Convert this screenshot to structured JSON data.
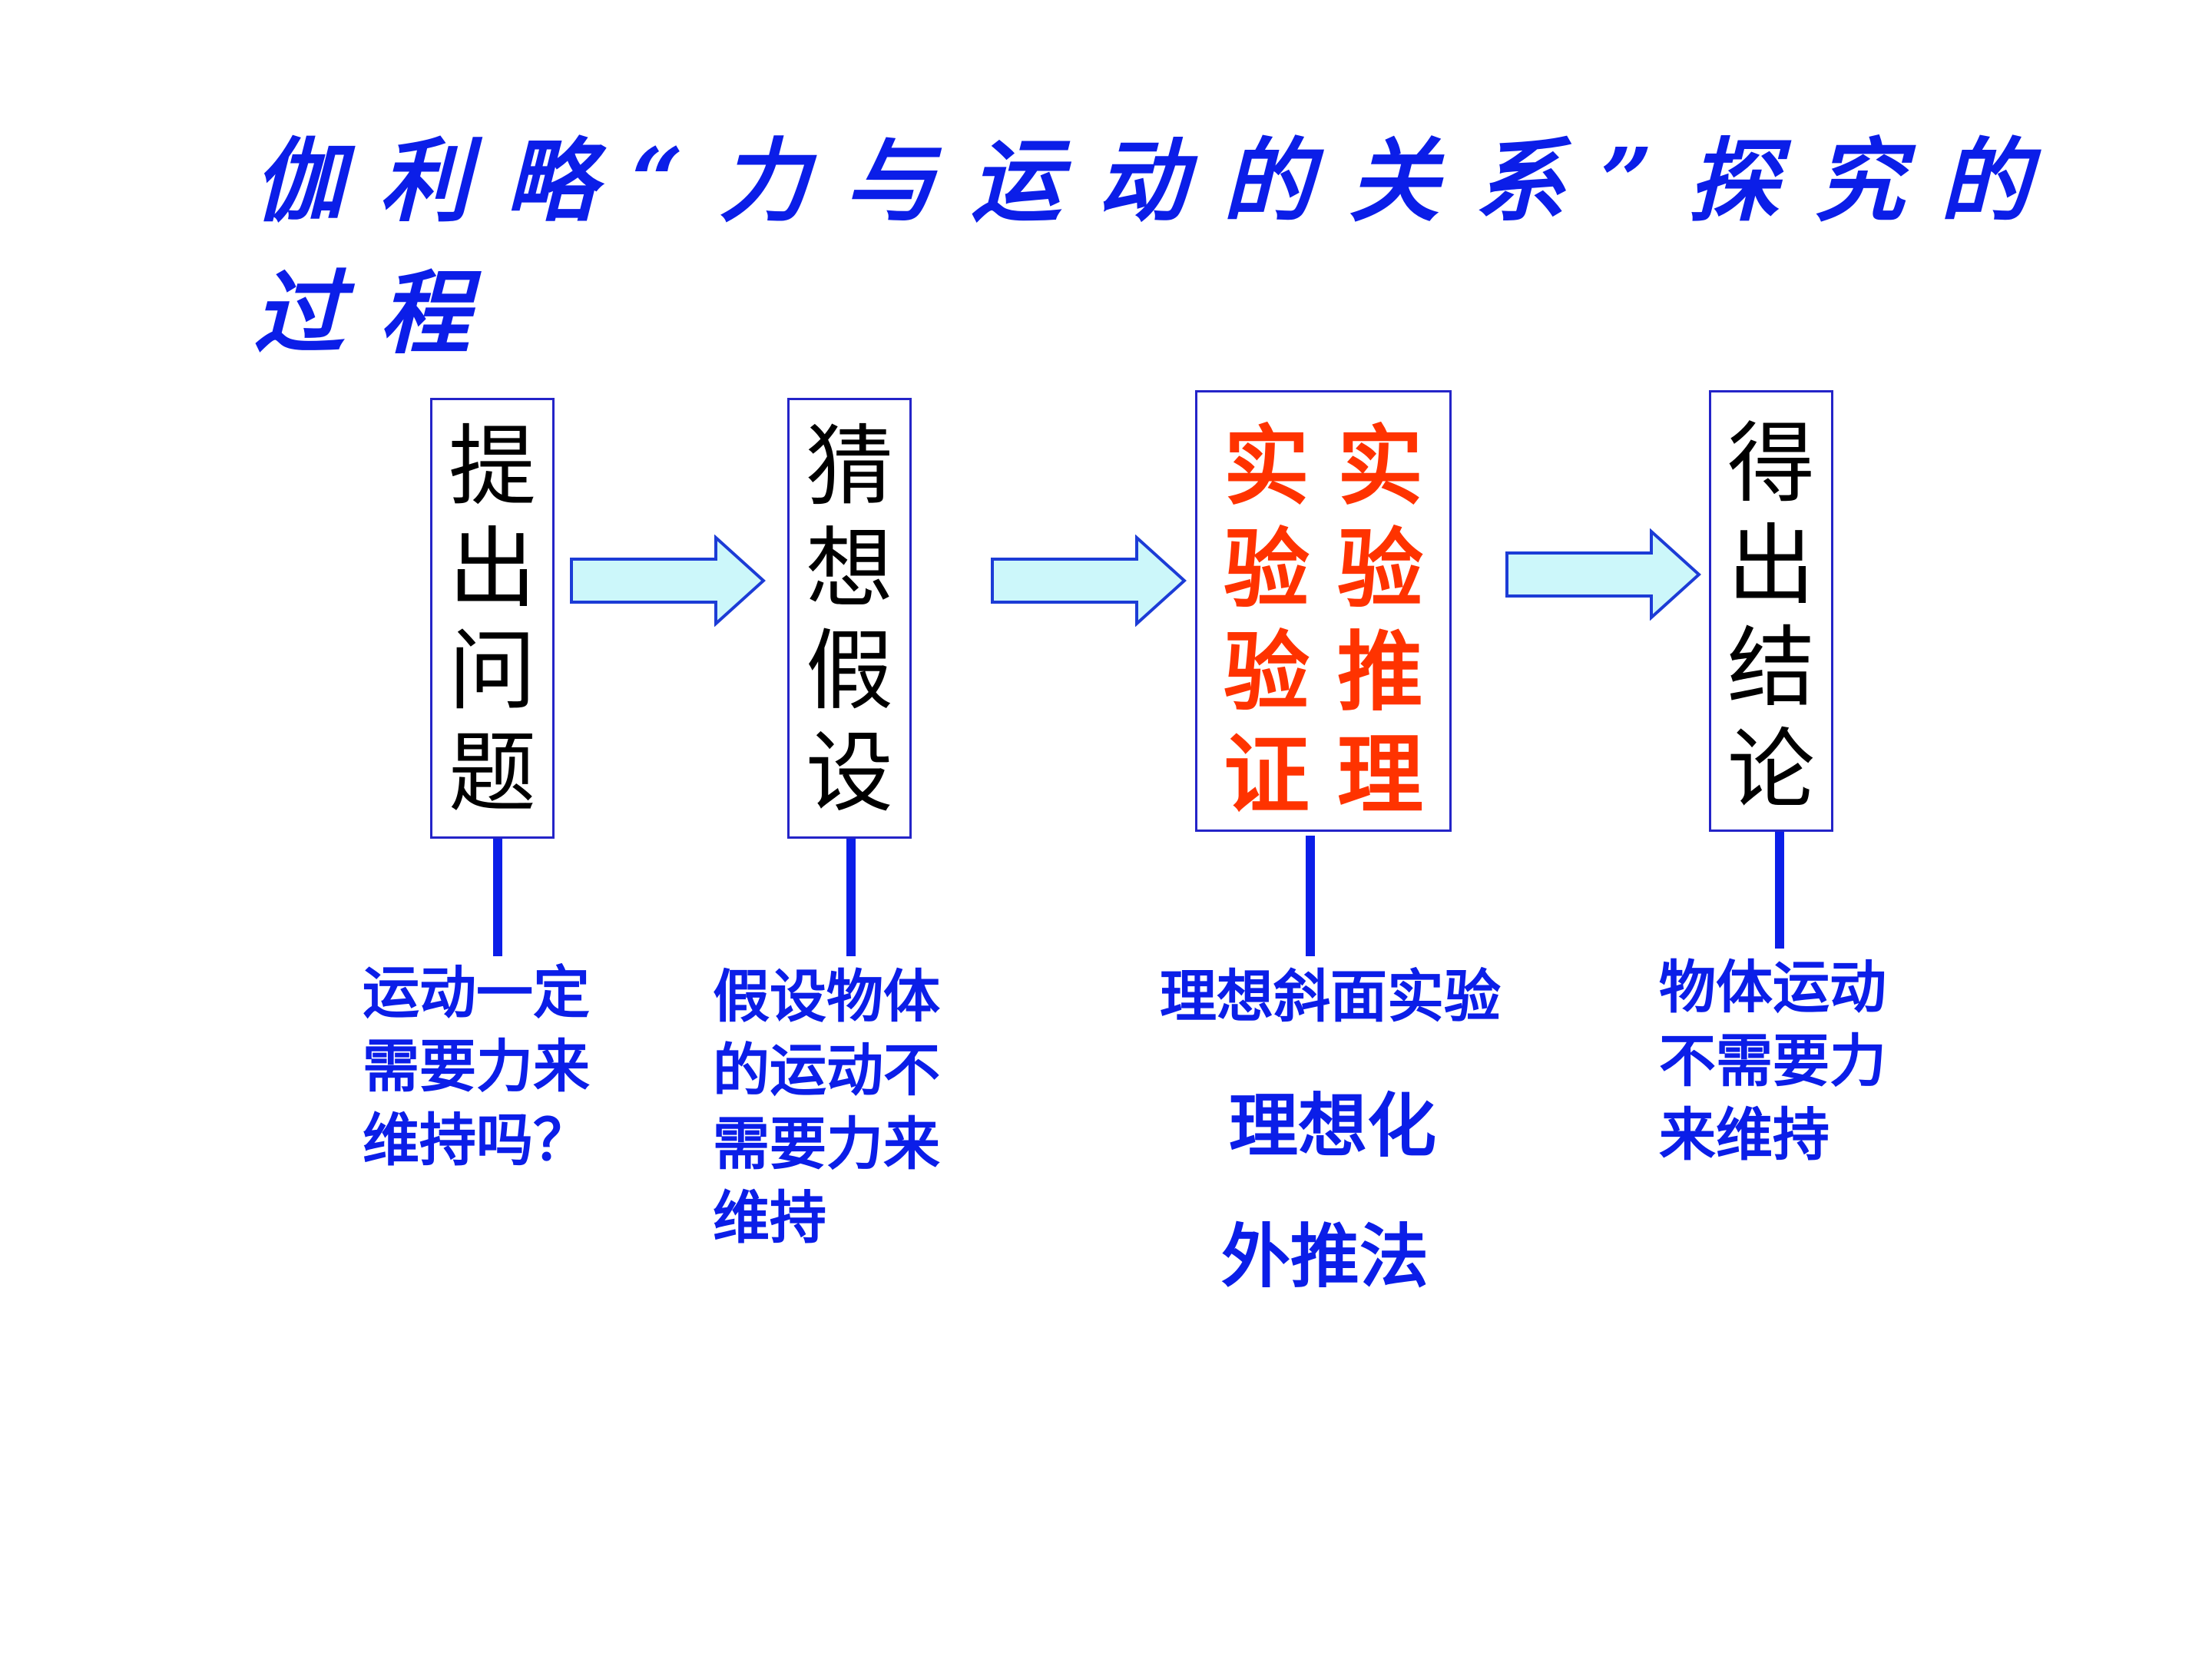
{
  "title": "伽利略“力与运动的关系”探究的过程",
  "steps": [
    {
      "label": "提出问题",
      "note": " 运动一定需要力来维持吗？"
    },
    {
      "label": "猜想假设",
      "note": "假设物体的运动不需要力来维持"
    },
    {
      "label_col1": "实验验证",
      "label_col2": "实验推理",
      "note": "理想斜面实验",
      "method1": "理想化",
      "method2": "外推法"
    },
    {
      "label": "得出结论",
      "note": "物体运动不需要力来维持"
    }
  ],
  "colors": {
    "title": "#0b1ee8",
    "box_border": "#2424c8",
    "connector": "#0b1ee8",
    "red_text": "#ff3300",
    "arrow_fill": "#ccf7fa",
    "arrow_stroke": "#1c3cd6"
  }
}
